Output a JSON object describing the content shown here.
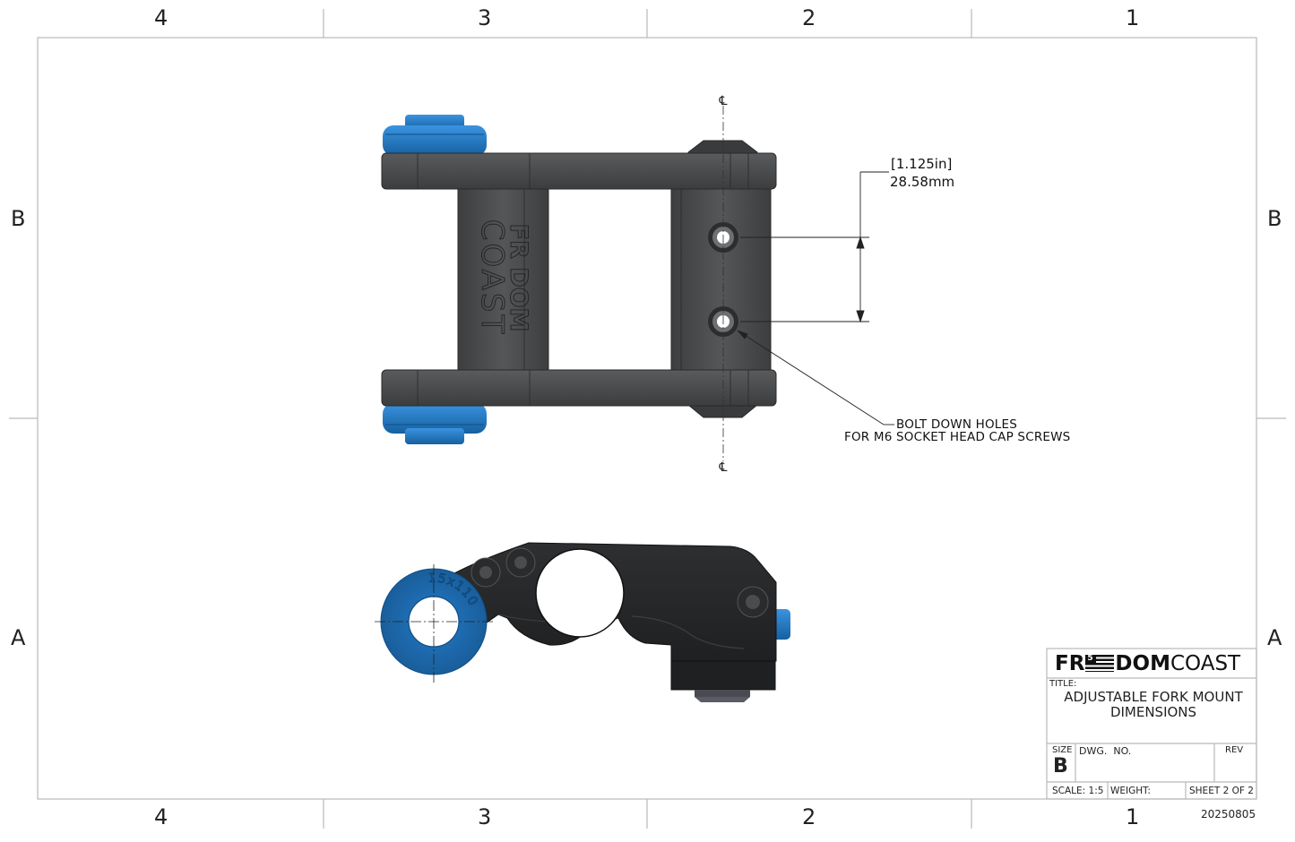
{
  "zones": {
    "top": [
      "4",
      "3",
      "2",
      "1"
    ],
    "bottom": [
      "4",
      "3",
      "2",
      "1"
    ],
    "left": [
      "B",
      "A"
    ],
    "right": [
      "B",
      "A"
    ]
  },
  "part_engraving": {
    "line1": "FR DOM",
    "line2": "COAST",
    "bushing_label": "15x110"
  },
  "centerline_symbol": "℄",
  "dimension": {
    "inches": "1.125in",
    "mm": "28.58mm"
  },
  "note": {
    "line1": "BOLT DOWN HOLES",
    "line2": "FOR M6 SOCKET HEAD CAP SCREWS"
  },
  "title_block": {
    "logo_bold_left": "FR",
    "logo_flag_digit": "5",
    "logo_bold_right": "DOM",
    "logo_light": "COAST",
    "title_label": "TITLE:",
    "title_line1": "ADJUSTABLE FORK MOUNT",
    "title_line2": "DIMENSIONS",
    "size_label": "SIZE",
    "size_value": "B",
    "dwg_label": "DWG.  NO.",
    "rev_label": "REV",
    "scale": "SCALE: 1:5",
    "weight": "WEIGHT:",
    "sheet": "SHEET 2 OF 2"
  },
  "drawing_number": "20250805",
  "colors": {
    "part_body": "#48494b",
    "part_body_dark": "#333436",
    "bushing_blue": "#1f6fb8",
    "border": "#b9b9b9"
  }
}
